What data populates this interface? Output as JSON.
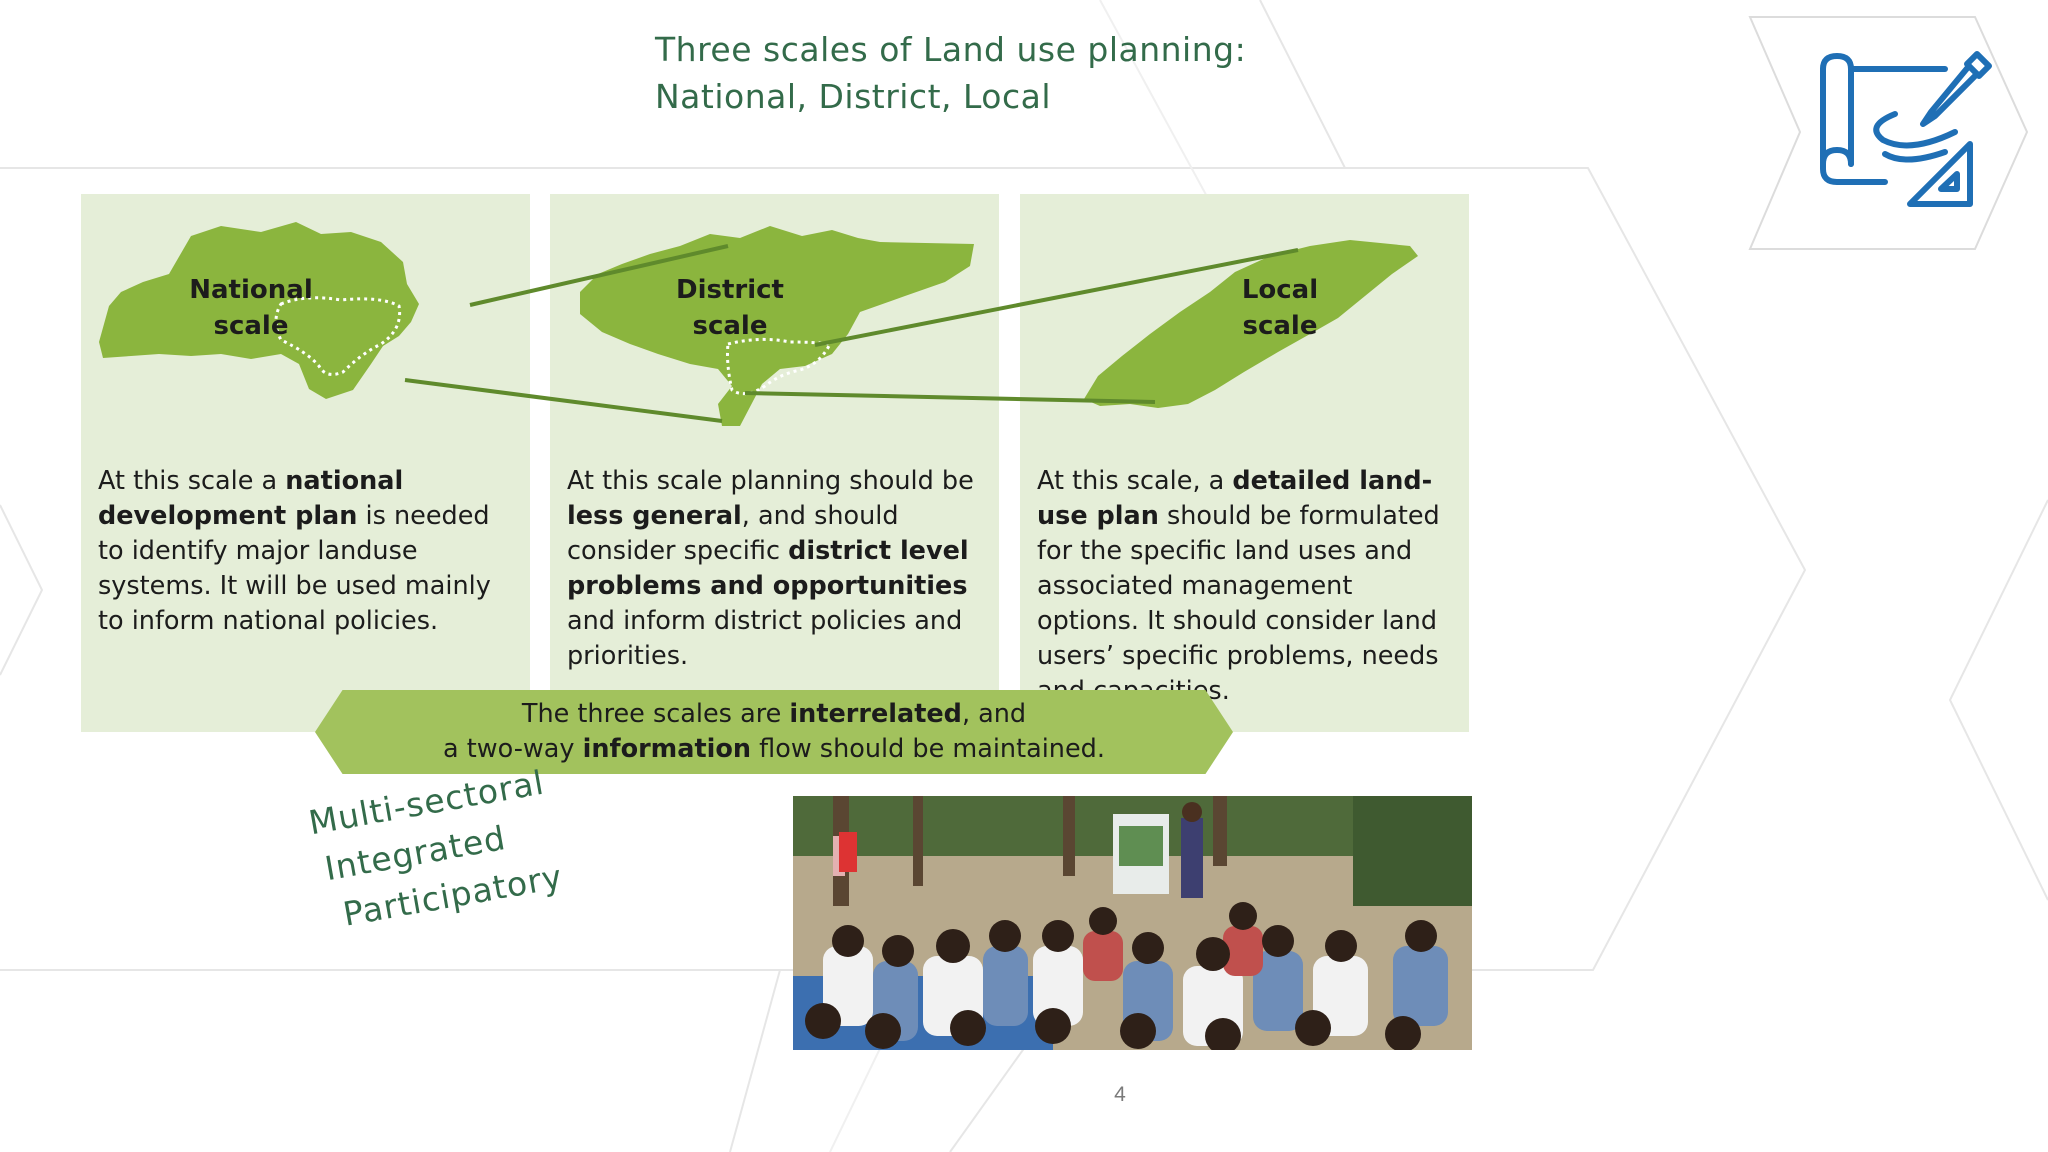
{
  "slide": {
    "title_line1": "Three scales of Land use planning:",
    "title_line2": "National, District, Local",
    "page_number": "4"
  },
  "panels": [
    {
      "label_line1": "National",
      "label_line2": "scale",
      "text": [
        {
          "t": "At this scale a ",
          "b": false
        },
        {
          "t": "national development plan",
          "b": true
        },
        {
          "t": " is needed to identify major landuse systems. It will be used mainly to inform national policies.",
          "b": false
        }
      ]
    },
    {
      "label_line1": "District",
      "label_line2": "scale",
      "text": [
        {
          "t": "At this scale planning should be ",
          "b": false
        },
        {
          "t": "less general",
          "b": true
        },
        {
          "t": ", and should consider specific ",
          "b": false
        },
        {
          "t": "district level problems and opportunities",
          "b": true
        },
        {
          "t": " and inform district policies and priorities.",
          "b": false
        }
      ]
    },
    {
      "label_line1": "Local",
      "label_line2": "scale",
      "text": [
        {
          "t": "At this scale, a ",
          "b": false
        },
        {
          "t": "detailed land-use plan",
          "b": true
        },
        {
          "t": " should be formulated for the specific land uses and associated management options. It should consider land users’ specific problems, needs and capacities.",
          "b": false
        }
      ]
    }
  ],
  "banner": {
    "line1_a": "The three scales are ",
    "line1_b": "interrelated",
    "line1_c": ", and",
    "line2_a": "a two-way ",
    "line2_b": "information",
    "line2_c": " flow should be maintained."
  },
  "keywords": [
    "Multi-sectoral",
    "Integrated",
    "Participatory"
  ],
  "icons": {
    "header_icon": "blueprint-pencil-ruler-icon",
    "photo": "community-meeting-photo"
  },
  "colors": {
    "title_green": "#336b4a",
    "map_green": "#8bb53e",
    "panel_bg": "#e5eed8",
    "banner_green": "#a2c25d",
    "icon_blue": "#1f6fb5"
  }
}
